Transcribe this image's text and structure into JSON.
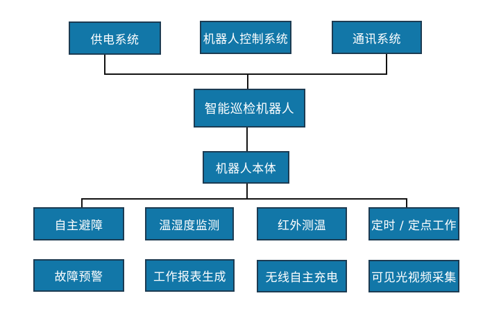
{
  "colors": {
    "node_fill": "#1277a8",
    "node_border": "#1c3b52",
    "node_text": "#ffffff",
    "connector": "#111111",
    "background": "#ffffff"
  },
  "nodes": {
    "power_supply_system": {
      "label": "供电系统"
    },
    "robot_control_system": {
      "label": "机器人控制系统"
    },
    "communication_system": {
      "label": "通讯系统"
    },
    "intelligent_inspection_robot": {
      "label": "智能巡检机器人"
    },
    "robot_body": {
      "label": "机器人本体"
    },
    "autonomous_obstacle_avoidance": {
      "label": "自主避障"
    },
    "temperature_humidity_monitoring": {
      "label": "温湿度监测"
    },
    "infrared_temperature_measurement": {
      "label": "红外测温"
    },
    "timed_fixed_point_work": {
      "label": "定时 / 定点工作"
    },
    "fault_warning": {
      "label": "故障预警"
    },
    "work_report_generation": {
      "label": "工作报表生成"
    },
    "wireless_autonomous_charging": {
      "label": "无线自主充电"
    },
    "visible_light_video_capture": {
      "label": "可见光视频采集"
    }
  },
  "edges": [
    {
      "from": "power_supply_system",
      "to": "intelligent_inspection_robot"
    },
    {
      "from": "robot_control_system",
      "to": "intelligent_inspection_robot"
    },
    {
      "from": "communication_system",
      "to": "intelligent_inspection_robot"
    },
    {
      "from": "intelligent_inspection_robot",
      "to": "robot_body"
    },
    {
      "from": "robot_body",
      "to": "autonomous_obstacle_avoidance"
    },
    {
      "from": "robot_body",
      "to": "timed_fixed_point_work"
    }
  ]
}
